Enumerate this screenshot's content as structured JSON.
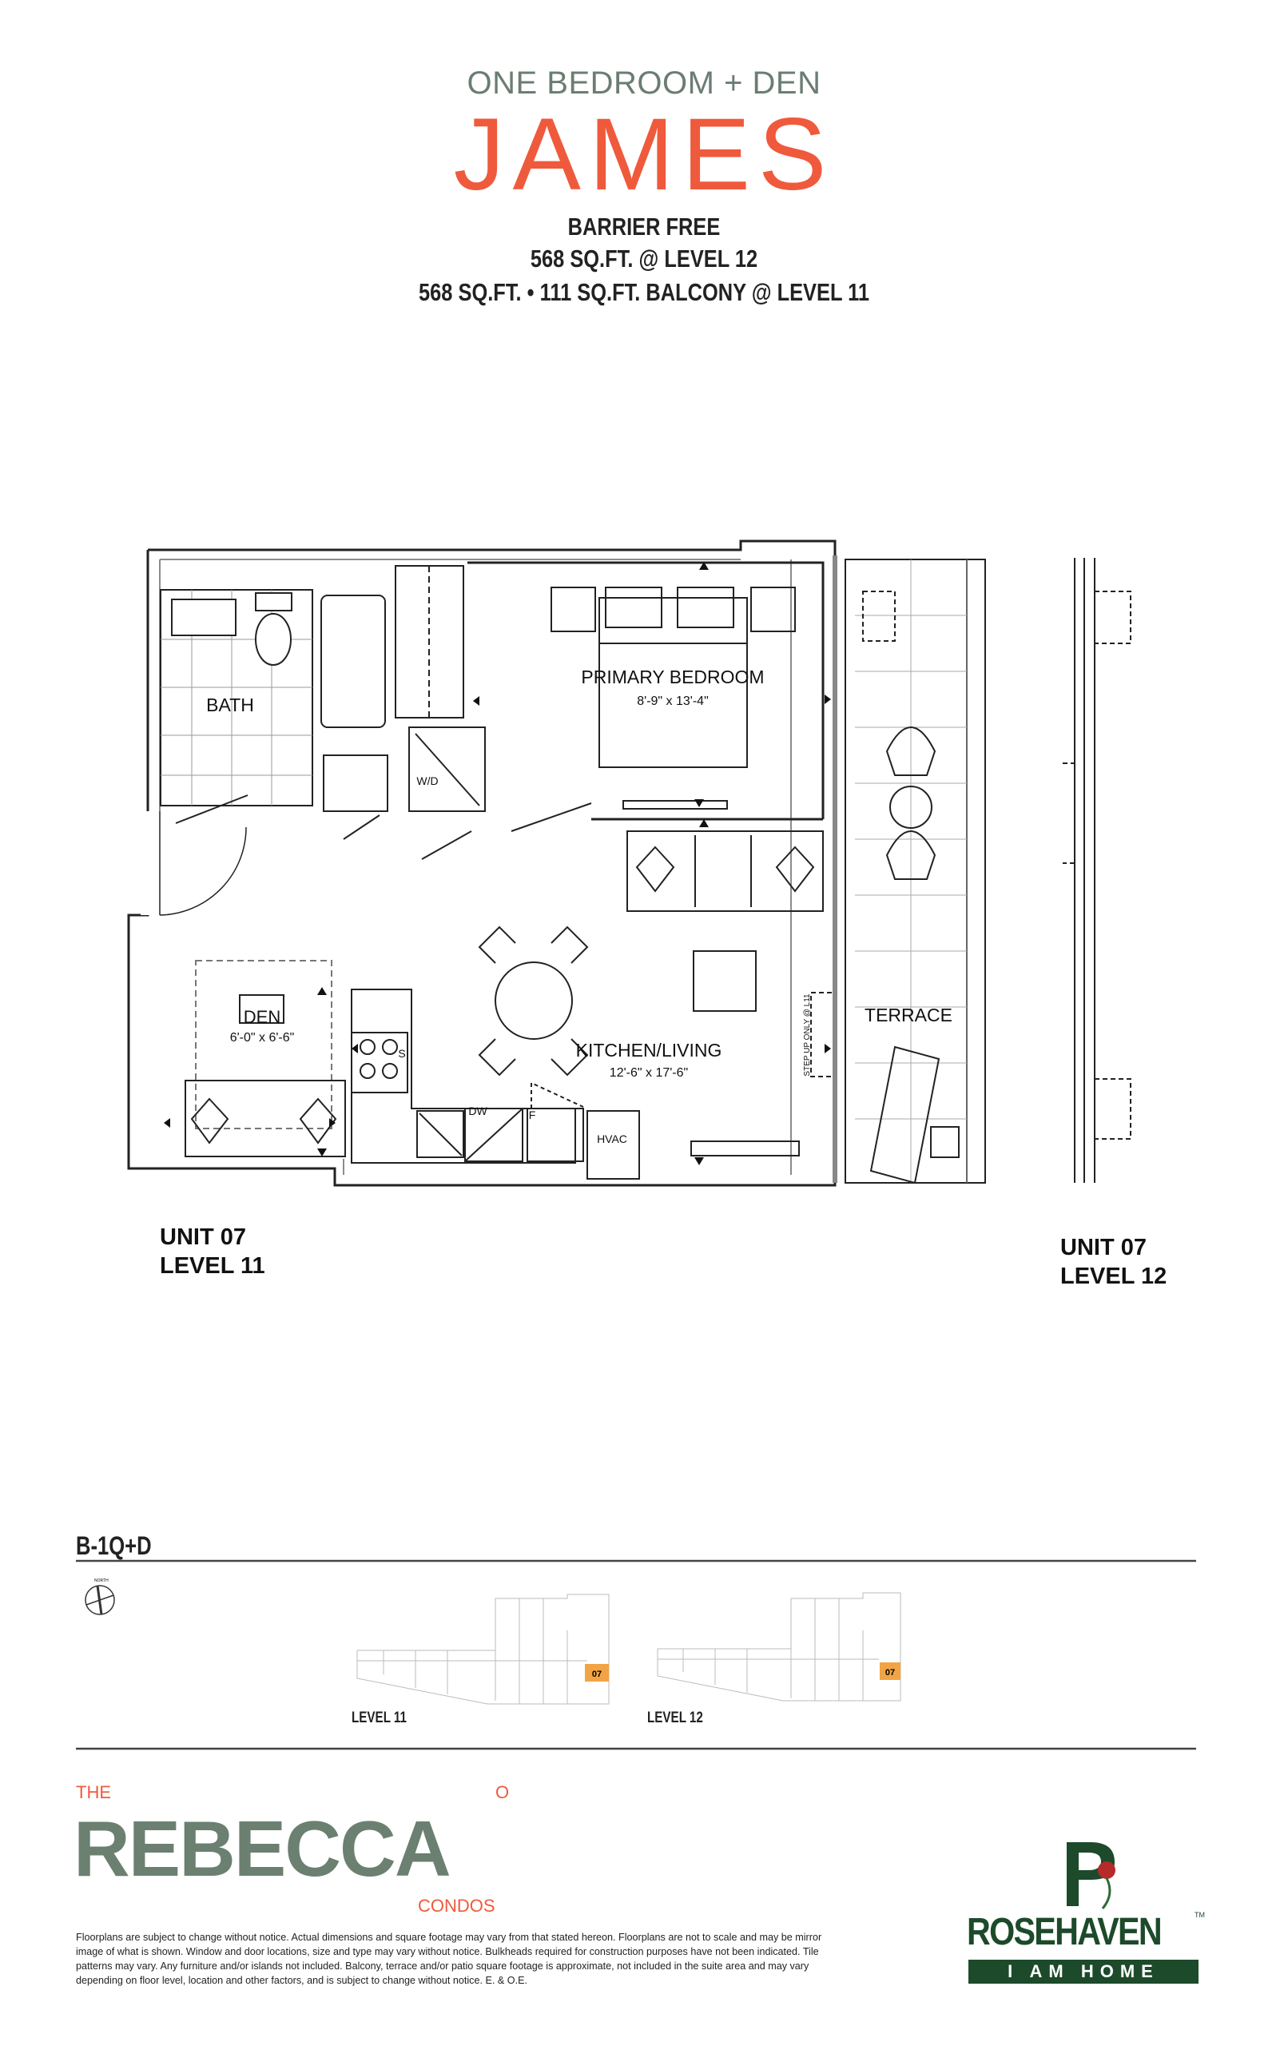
{
  "header": {
    "subtitle": "ONE BEDROOM + DEN",
    "title": "JAMES",
    "spec_1": "BARRIER FREE",
    "spec_2": "568 SQ.FT. @ LEVEL 12",
    "spec_3": "568 SQ.FT. • 111 SQ.FT. BALCONY @ LEVEL 11"
  },
  "plan": {
    "rooms": {
      "bath": "BATH",
      "bedroom": "PRIMARY BEDROOM",
      "bedroom_dims": "8'-9\" x 13'-4\"",
      "wd": "W/D",
      "den": "DEN",
      "den_dims": "6'-0\" x 6'-6\"",
      "kitchen": "KITCHEN/LIVING",
      "kitchen_dims": "12'-6\" x 17'-6\"",
      "terrace": "TERRACE",
      "hvac": "HVAC",
      "dw": "DW",
      "fridge": "F",
      "stove": "S",
      "step_up": "STEP UP ONLY @ L11"
    },
    "unit_left": {
      "line1": "UNIT 07",
      "line2": "LEVEL 11"
    },
    "unit_right": {
      "line1": "UNIT 07",
      "line2": "LEVEL 12"
    }
  },
  "keyplan": {
    "suite_code": "B-1Q+D",
    "north": "NORTH",
    "level_11": "LEVEL 11",
    "level_12": "LEVEL 12",
    "unit_tag": "07",
    "highlight_color": "#f2a444"
  },
  "footer": {
    "brand_the": "THE",
    "brand_o": "O",
    "brand_name": "REBECCA",
    "brand_condos": "CONDOS",
    "disclaimer": "Floorplans are subject to change without notice. Actual dimensions and square footage may vary from that stated hereon. Floorplans are not to scale and may be mirror image of what is shown. Window and door locations, size and type may vary without notice. Bulkheads required for construction purposes have not been indicated. Tile patterns may vary. Any furniture and/or islands not included. Balcony, terrace and/or patio square footage is approximate, not included in the suite area and may vary depending on floor level, location and other factors, and is subject to change without notice. E. & O.E.",
    "developer": "ROSEHAVEN",
    "developer_tm": "TM",
    "tagline": "I AM HOME"
  },
  "colors": {
    "accent": "#ef5a3c",
    "sage": "#6b8070",
    "forest": "#1c4a2a"
  }
}
